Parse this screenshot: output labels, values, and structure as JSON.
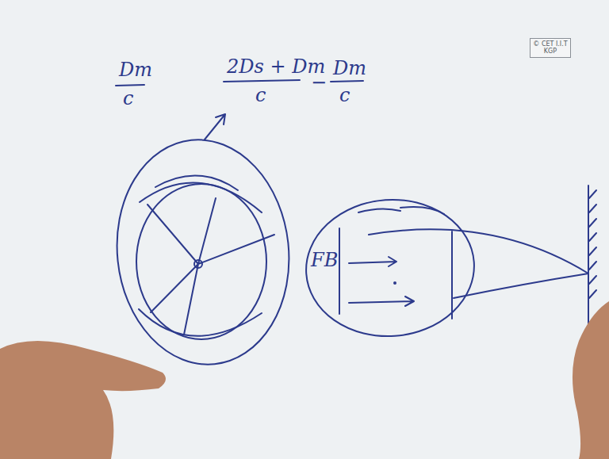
{
  "diagram": {
    "nodes": [
      {
        "text": [
          "© CET I.I.T KGP"
        ]
      }
    ],
    "labels": [
      "Dm",
      "c",
      "2Ds + Dm",
      "c",
      "−",
      "Dm",
      "c",
      "FB"
    ]
  }
}
